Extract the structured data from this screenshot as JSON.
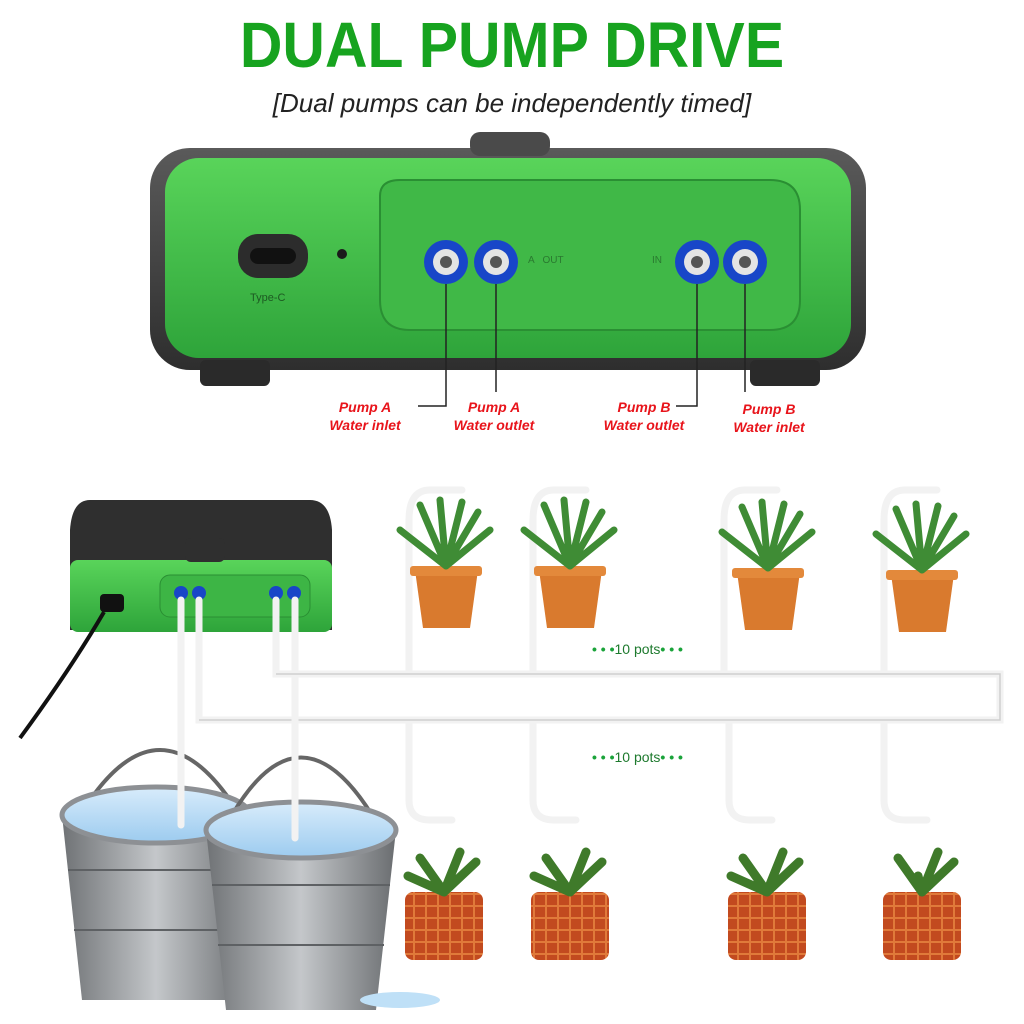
{
  "header": {
    "title": "DUAL PUMP DRIVE",
    "subtitle": "[Dual pumps can be independently timed]"
  },
  "device": {
    "port_label": "Type-C",
    "marking_a_out": "A   OUT",
    "marking_in": "IN"
  },
  "callouts": [
    {
      "line1": "Pump A",
      "line2": "Water inlet"
    },
    {
      "line1": "Pump A",
      "line2": "Water outlet"
    },
    {
      "line1": "Pump B",
      "line2": "Water outlet"
    },
    {
      "line1": "Pump B",
      "line2": "Water inlet"
    }
  ],
  "setup": {
    "top_row_pots": "10 pots",
    "bottom_row_pots": "10 pots"
  },
  "colors": {
    "title_green": "#17a31f",
    "device_green": "#3fc34a",
    "callout_red": "#e8141b",
    "connector_blue": "#1846c8"
  }
}
